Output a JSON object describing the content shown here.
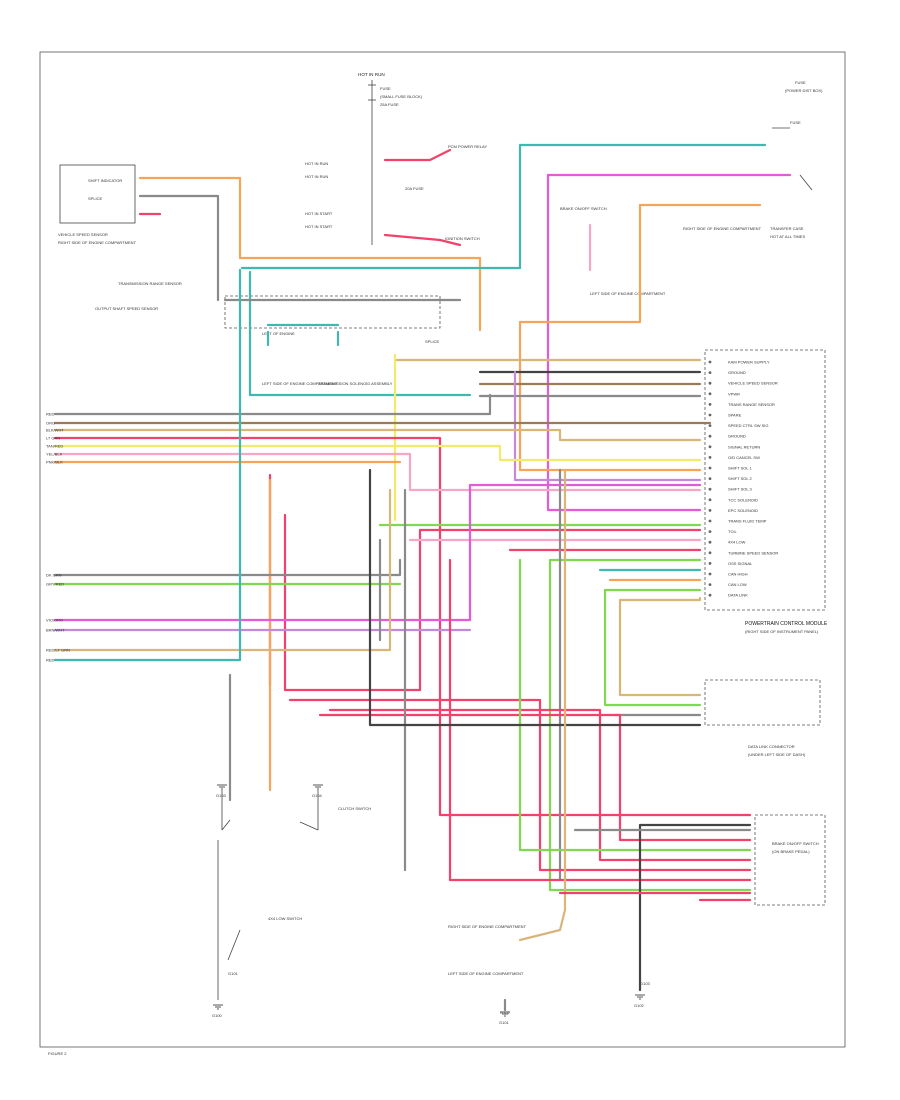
{
  "colors": {
    "red": "#f2426b",
    "orange": "#f6a457",
    "teal": "#3fb9b0",
    "magenta": "#e45ad8",
    "green": "#7fd84e",
    "yellow": "#f1ea6b",
    "brown": "#9c7a55",
    "gray": "#8a8a8a",
    "light_pink": "#f7a7c6",
    "violet": "#c48ad8",
    "black": "#444444",
    "tan": "#d8b67a"
  },
  "labels": {
    "hot_at_all_times": "HOT IN RUN",
    "fuse_block_top": "FUSE",
    "fuse_sub": "(SMALL FUSE BLOCK)",
    "fuse_25a": "25A FUSE",
    "fuse_20a": "20A FUSE",
    "hot_in_run": "HOT IN RUN",
    "hot_in_start": "HOT IN START",
    "fuse_top_right": "FUSE",
    "fuse_top_right_2": "(POWER DIST BOX)",
    "pcm_relay_sw": "PCM POWER RELAY",
    "ignition_sw": "IGNITION SWITCH",
    "vss": "VEHICLE SPEED SENSOR",
    "left_sensor": "LEFT OF ENGINE",
    "shift_indicator": "SHIFT INDICATOR",
    "trans_range_sensor": "TRANSMISSION RANGE SENSOR",
    "trans_solenoid": "TRANSMISSION SOLENOID ASSEMBLY",
    "hot_at_all_times_2": "HOT AT ALL TIMES",
    "oss": "OUTPUT SHAFT SPEED SENSOR",
    "splice": "SPLICE",
    "ground_note_1": "G101",
    "ground_note_2": "G102",
    "ground_note_3": "G103",
    "pcm_title": "POWERTRAIN CONTROL MODULE",
    "pcm_sub": "(RIGHT SIDE OF INSTRUMENT PANEL)",
    "data_link": "DATA LINK CONNECTOR",
    "data_link_sub": "(UNDER LEFT SIDE OF DASH)",
    "brake_switch": "BRAKE ON/OFF SWITCH",
    "brake_sub": "(ON BRAKE PEDAL)",
    "tcc_switch": "4X4 LOW SWITCH",
    "clutch": "CLUTCH SWITCH",
    "left_engine": "LEFT SIDE OF ENGINE COMPARTMENT",
    "right_engine": "RIGHT SIDE OF ENGINE COMPARTMENT",
    "transfer_case": "TRANSFER CASE",
    "footer": "FIGURE 2"
  },
  "pcm_pins": [
    "KAM POWER SUPPLY",
    "GROUND",
    "VEHICLE SPEED SENSOR",
    "VPWR",
    "TRANS RANGE SENSOR",
    "SPARE",
    "SPEED CTRL SW SIG",
    "GROUND",
    "SIGNAL RETURN",
    "O/D CANCEL SW",
    "SHIFT SOL 1",
    "SHIFT SOL 2",
    "SHIFT SOL 3",
    "TCC SOLENOID",
    "EPC SOLENOID",
    "TRANS FLUID TEMP",
    "TCIL",
    "4X4 LOW",
    "TURBINE SPEED SENSOR",
    "OSS SIGNAL",
    "CAN HIGH",
    "CAN LOW",
    "DATA LINK"
  ],
  "wire_codes": [
    "RED",
    "ORG",
    "BLK/WHT",
    "LT GRN",
    "TAN/RED",
    "YEL/BLK",
    "PNK/BLK",
    "DK GRN",
    "GRY/RED",
    "VIO/ORG",
    "BRN/WHT",
    "RED/LT GRN"
  ],
  "ground_labels": [
    "G100",
    "G101",
    "G102",
    "G103",
    "G104"
  ]
}
